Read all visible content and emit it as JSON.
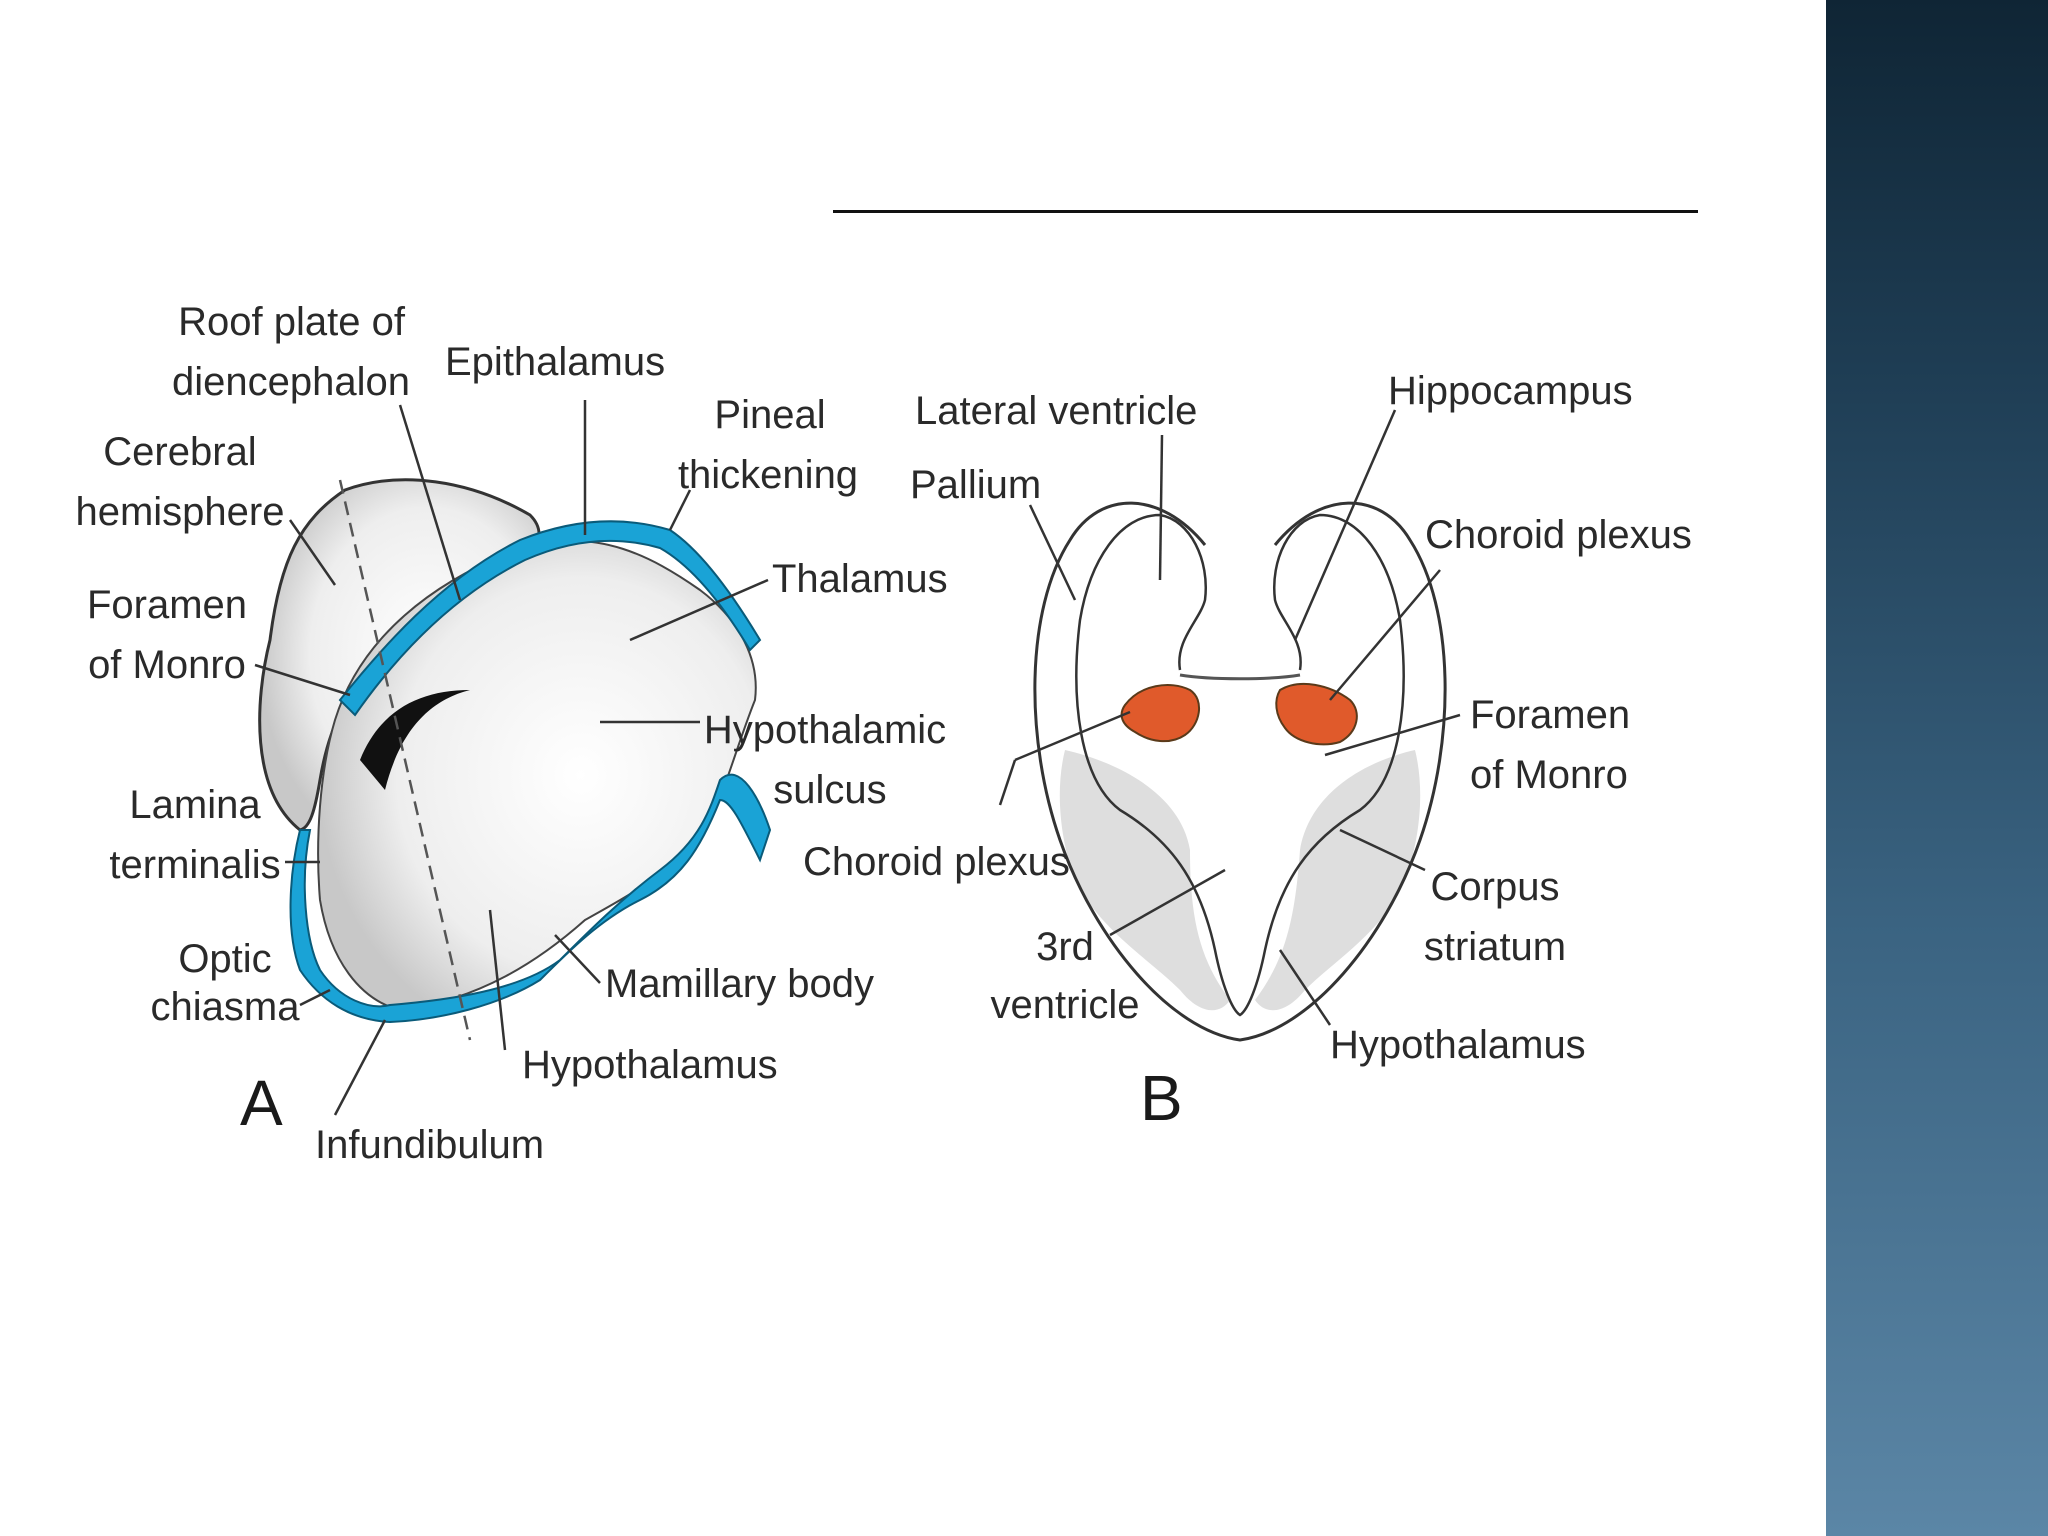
{
  "slide": {
    "background": "#ffffff",
    "side_panel_colors": [
      "#0f2535",
      "#5b86a6"
    ]
  },
  "diagram": {
    "accent_colors": {
      "neural_tube_wall": "#1aa3d6",
      "choroid_plexus": "#e05a2b"
    },
    "panel_a": {
      "panel_letter": "A",
      "labels": {
        "roof_plate_1": "Roof plate of",
        "roof_plate_2": "diencephalon",
        "epithalamus": "Epithalamus",
        "pineal_1": "Pineal",
        "pineal_2": "thickening",
        "cerebral_1": "Cerebral",
        "cerebral_2": "hemisphere",
        "thalamus": "Thalamus",
        "foramen_1": "Foramen",
        "foramen_2": "of Monro",
        "hypo_sulcus_1": "Hypothalamic",
        "hypo_sulcus_2": "sulcus",
        "lamina_1": "Lamina",
        "lamina_2": "terminalis",
        "optic_1": "Optic",
        "optic_2": "chiasma",
        "mamillary": "Mamillary body",
        "hypothalamus": "Hypothalamus",
        "infundibulum": "Infundibulum"
      }
    },
    "panel_b": {
      "panel_letter": "B",
      "labels": {
        "lateral_ventricle": "Lateral ventricle",
        "hippocampus": "Hippocampus",
        "pallium": "Pallium",
        "choroid_right": "Choroid plexus",
        "foramen_1": "Foramen",
        "foramen_2": "of Monro",
        "choroid_left": "Choroid plexus",
        "corpus_1": "Corpus",
        "corpus_2": "striatum",
        "third_1": "3rd",
        "third_2": "ventricle",
        "hypothalamus": "Hypothalamus"
      }
    }
  }
}
